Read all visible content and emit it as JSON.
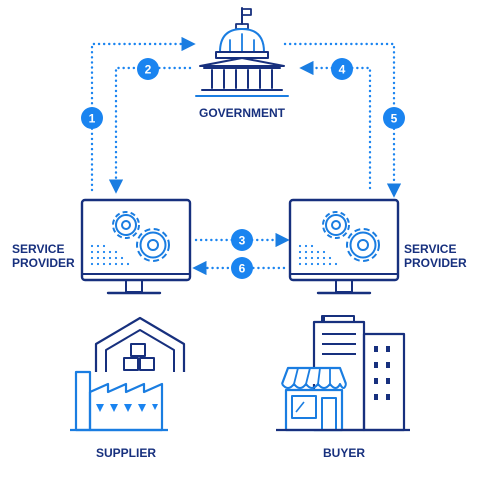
{
  "labels": {
    "government": "GOVERNMENT",
    "service_provider_left": [
      "SERVICE",
      "PROVIDER"
    ],
    "service_provider_right": [
      "SERVICE",
      "PROVIDER"
    ],
    "supplier": "SUPPLIER",
    "buyer": "BUYER"
  },
  "steps": [
    "1",
    "2",
    "3",
    "4",
    "5",
    "6"
  ],
  "colors": {
    "navy": "#17307e",
    "blue": "#1a7de1",
    "badge": "#1a84f0"
  },
  "icons": [
    "capitol-icon",
    "computer-gears-icon",
    "warehouse-factory-icon",
    "shop-buildings-icon"
  ]
}
